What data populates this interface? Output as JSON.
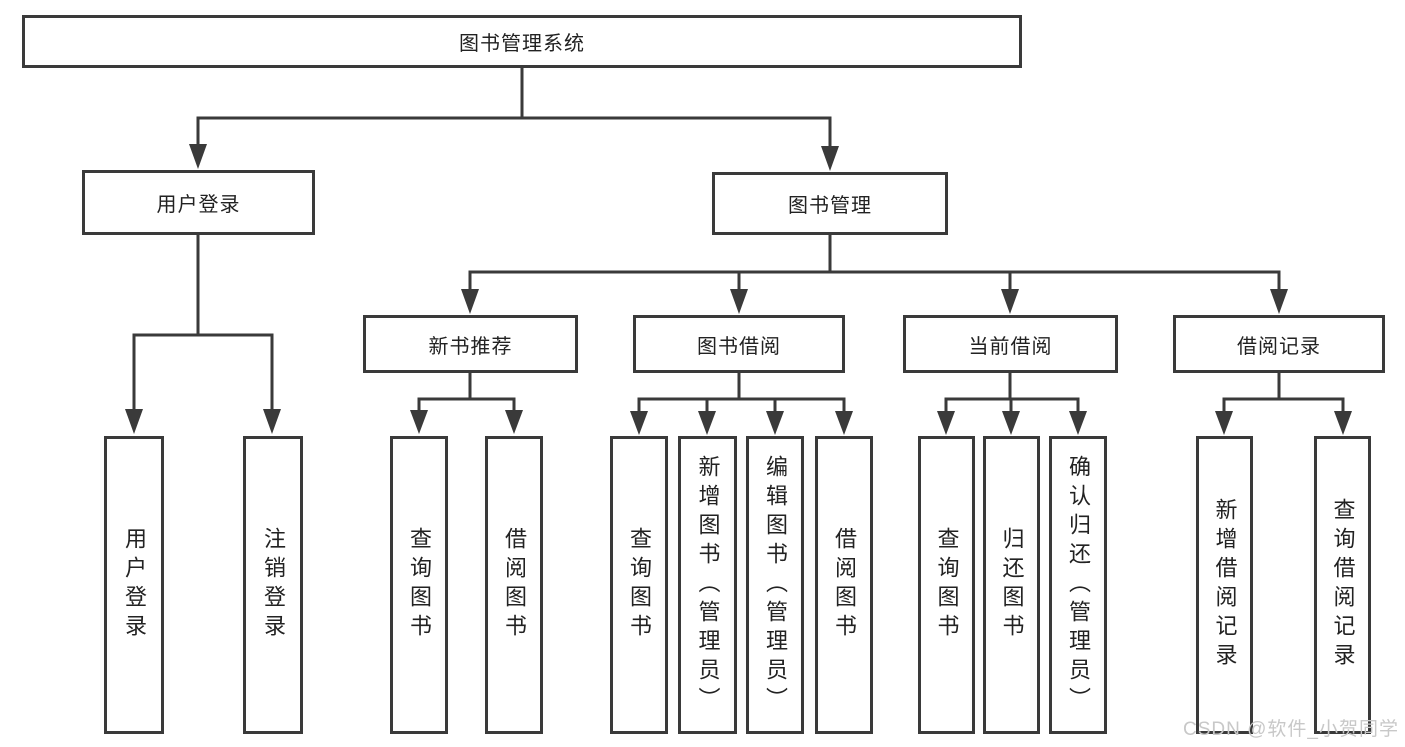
{
  "diagram": {
    "root": "图书管理系统",
    "level2": {
      "user_login": "用户登录",
      "book_mgmt": "图书管理"
    },
    "level3": {
      "new_book": "新书推荐",
      "book_borrow": "图书借阅",
      "current_borrow": "当前借阅",
      "borrow_record": "借阅记录"
    },
    "leaves": {
      "user_login": [
        "用户登录",
        "注销登录"
      ],
      "new_book": [
        "查询图书",
        "借阅图书"
      ],
      "book_borrow": [
        "查询图书",
        "新增图书（管理员）",
        "编辑图书（管理员）",
        "借阅图书"
      ],
      "current_borrow": [
        "查询图书",
        "归还图书",
        "确认归还（管理员）"
      ],
      "borrow_record": [
        "新增借阅记录",
        "查询借阅记录"
      ]
    }
  },
  "watermark": "CSDN @软件_小贺同学",
  "colors": {
    "line": "#3a3a3a",
    "text": "#222222",
    "box_bg": "#ffffff",
    "watermark": "#c8c8c8"
  }
}
